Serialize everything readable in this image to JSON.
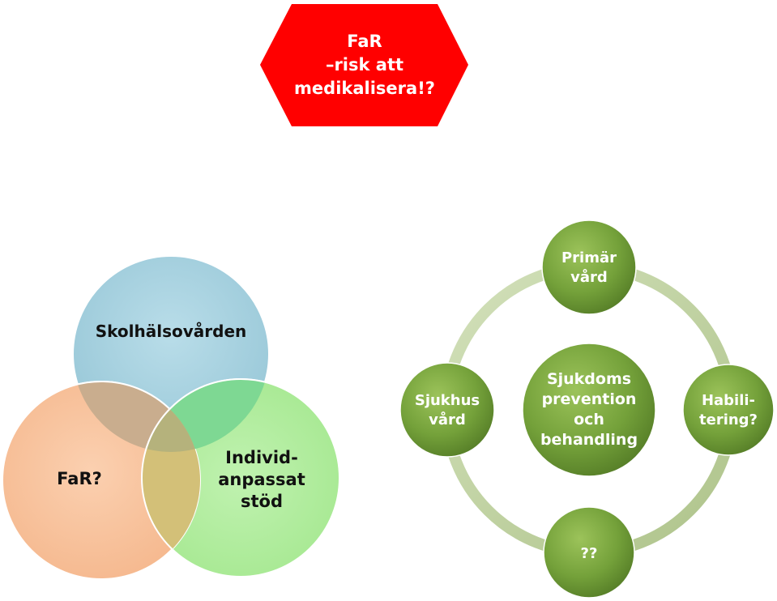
{
  "title_hexagon": {
    "lines": [
      "FaR",
      "–risk att",
      "medikalisera!?"
    ],
    "color": "#ff0000"
  },
  "venn": {
    "top": {
      "label": "Skolhälsovården",
      "color": "#a8d3e1"
    },
    "left": {
      "label": "FaR?",
      "color": "#f8c49f"
    },
    "right": {
      "lines": [
        "Individ-",
        "anpassat",
        "stöd"
      ],
      "color": "#b2ee9f"
    }
  },
  "cycle": {
    "center": {
      "lines": [
        "Sjukdoms",
        "prevention",
        "och",
        "behandling"
      ]
    },
    "top": {
      "lines": [
        "Primär",
        "vård"
      ]
    },
    "right": {
      "lines": [
        "Habili-",
        "tering?"
      ]
    },
    "bottom": {
      "lines": [
        "??"
      ]
    },
    "left": {
      "lines": [
        "Sjukhus",
        "vård"
      ]
    },
    "node_color": "#6e9a36",
    "ring_color": "#c5d6a8"
  }
}
